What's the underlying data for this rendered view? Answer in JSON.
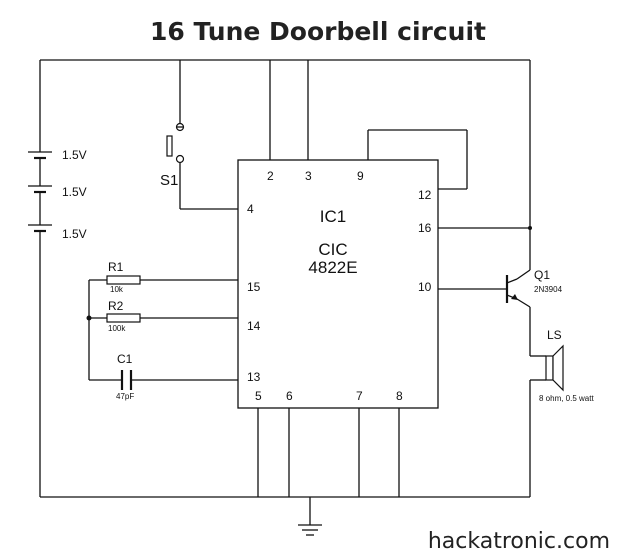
{
  "title": "16 Tune Doorbell circuit",
  "watermark": "hackatronic.com",
  "battery": {
    "cells": [
      "1.5V",
      "1.5V",
      "1.5V"
    ]
  },
  "switch": {
    "label": "S1"
  },
  "ic": {
    "name": "IC1",
    "part_line1": "CIC",
    "part_line2": "4822E",
    "pins": {
      "p2": "2",
      "p3": "3",
      "p9": "9",
      "p12": "12",
      "p4": "4",
      "p16": "16",
      "p15": "15",
      "p14": "14",
      "p10": "10",
      "p13": "13",
      "p5": "5",
      "p6": "6",
      "p7": "7",
      "p8": "8"
    }
  },
  "components": {
    "r1": {
      "name": "R1",
      "value": "10k"
    },
    "r2": {
      "name": "R2",
      "value": "100k"
    },
    "c1": {
      "name": "C1",
      "value": "47pF"
    },
    "q1": {
      "name": "Q1",
      "value": "2N3904"
    },
    "ls": {
      "name": "LS",
      "value": "8 ohm, 0.5 watt"
    }
  }
}
